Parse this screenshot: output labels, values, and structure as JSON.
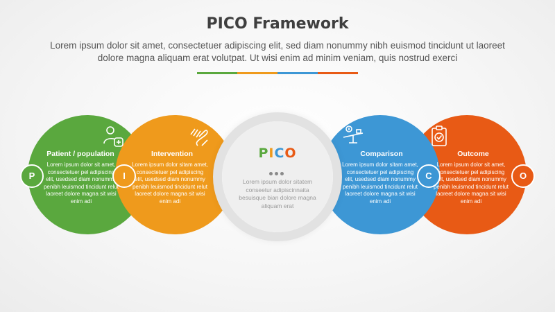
{
  "header": {
    "title": "PICO Framework",
    "subtitle": "Lorem ipsum dolor sit amet, consectetuer adipiscing elit, sed diam nonummy nibh euismod tincidunt ut laoreet dolore magna aliquam erat volutpat. Ut wisi enim ad minim veniam, quis nostrud exerci"
  },
  "colors": {
    "green": "#5aa83e",
    "orange": "#ef9a1c",
    "blue": "#3d97d5",
    "red": "#e85a15"
  },
  "stages": [
    {
      "letter": "P",
      "label": "Patient / population",
      "text": "Lorem ipsum dolor sit amet, consectetuer pel adipiscing elit, usedsed diam nonummy penibh leuismod tincidunt relut laoreet dolore magna sit wisi enim adi",
      "icon": "patient-add-icon"
    },
    {
      "letter": "I",
      "label": "Intervention",
      "text": "Lorem ipsum dolor sitam amet, consectetuer pel adipiscing elit, usedsed diam nonummy penibh leuismod tincidunt relut laoreet dolore magna sit wisi enim adi",
      "icon": "intervention-hands-icon"
    },
    {
      "letter": "C",
      "label": "Comparison",
      "text": "Lorem ipsum dolor sitam amet, consectetuer pel adipiscing elit, usedsed diam nonummy penibh leuismod tincidunt relut laoreet dolore magna sit wisi enim adi",
      "icon": "balance-scale-icon"
    },
    {
      "letter": "O",
      "label": "Outcome",
      "text": "Lorem ipsum dolor sit amet, consectetuer pel adipiscing elit, usedsed diam nonummy penibh leuismod tincidunt relut laoreet dolore magna sit wisi enim adi",
      "icon": "clipboard-check-icon"
    }
  ],
  "center": {
    "word": [
      "P",
      "I",
      "C",
      "O"
    ],
    "text": "Lorem ipsum dolor sitatem conseetur adipiscinnaita besuisque bian dolore magna aliquam erat"
  }
}
